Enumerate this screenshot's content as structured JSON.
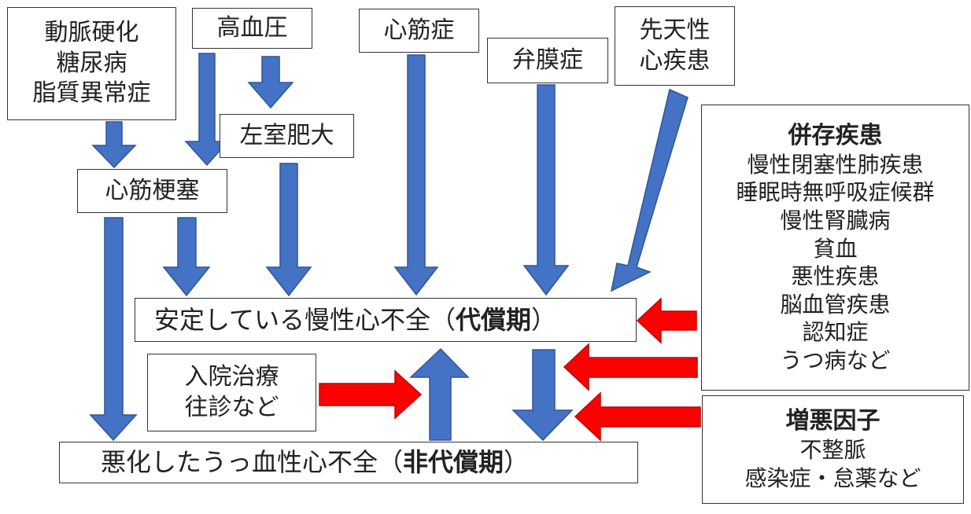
{
  "boxes": {
    "atherosclerosis": [
      "動脈硬化",
      "糖尿病",
      "脂質異常症"
    ],
    "hypertension": "高血圧",
    "cardiomyopathy": "心筋症",
    "valvular": "弁膜症",
    "congenital": [
      "先天性",
      "心疾患"
    ],
    "lvh": "左室肥大",
    "mi": "心筋梗塞",
    "comorbidities": {
      "title": "併存疾患",
      "items": [
        "慢性閉塞性肺疾患",
        "睡眠時無呼吸症候群",
        "慢性腎臓病",
        "貧血",
        "悪性疾患",
        "脳血管疾患",
        "認知症",
        "うつ病など"
      ]
    },
    "stable": {
      "text": "安定している慢性心不全（",
      "bold": "代償期",
      "close": "）"
    },
    "hospitalization": [
      "入院治療",
      "往診など"
    ],
    "exacerbating": {
      "title": "増悪因子",
      "items": [
        "不整脈",
        "感染症・怠薬など"
      ]
    },
    "decompensated": {
      "text": "悪化したうっ血性心不全（",
      "bold": "非代償期",
      "close": "）"
    }
  },
  "colors": {
    "blue_arrow": "#4472C4",
    "red_arrow": "#FF0000",
    "border": "#333333"
  }
}
